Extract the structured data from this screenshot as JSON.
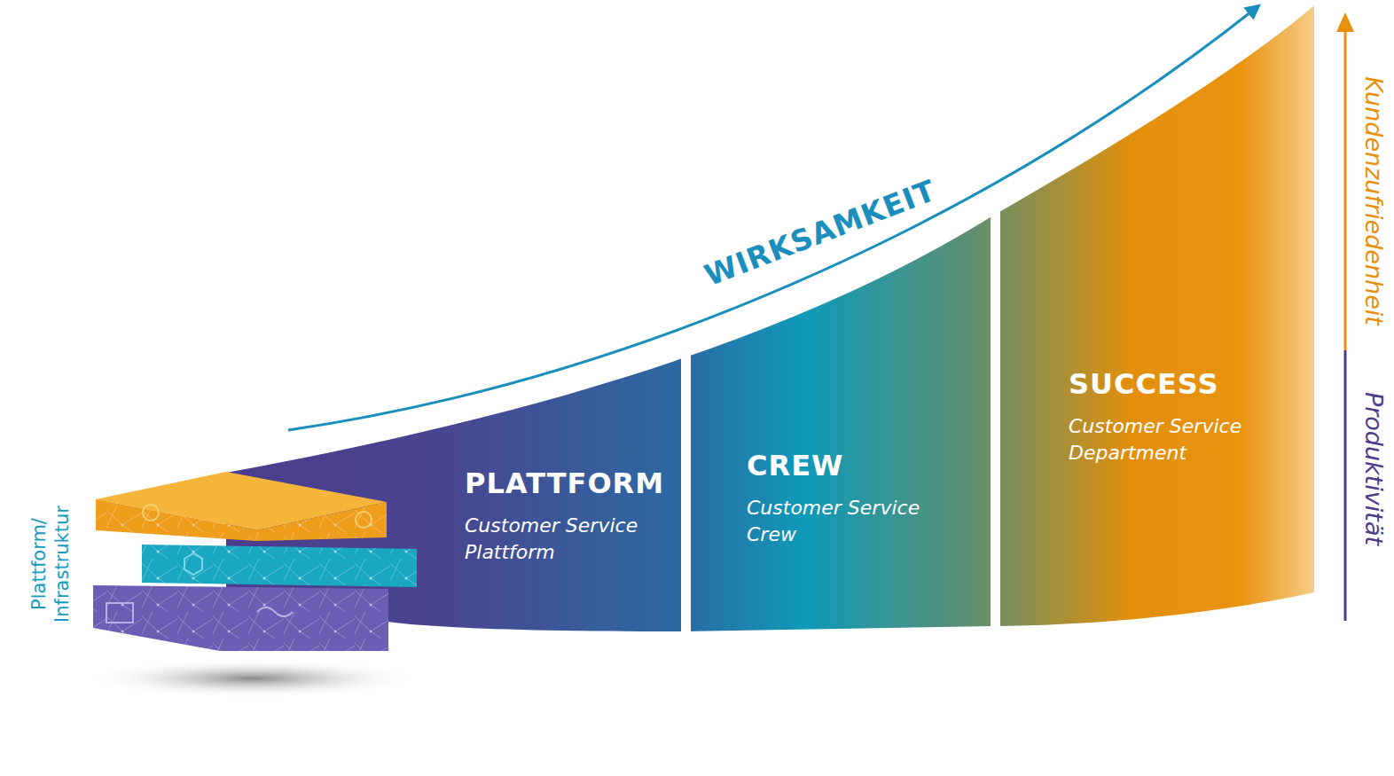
{
  "diagram": {
    "nodes": [
      {
        "text": [
          "PLATTFORM",
          "Customer Service Plattform"
        ]
      },
      {
        "text": [
          "CREW",
          "Customer Service Crew"
        ]
      },
      {
        "text": [
          "SUCCESS",
          "Customer Service Department"
        ]
      }
    ],
    "labels": [
      "WIRKSAMKEIT",
      "Plattform/ Infrastruktur",
      "Kundenzufriedenheit",
      "Produktivität"
    ]
  }
}
